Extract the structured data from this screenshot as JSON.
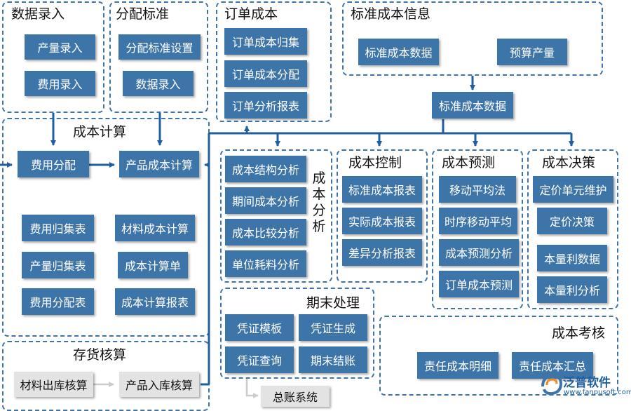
{
  "groups": {
    "data_entry": {
      "title": "数据录入",
      "items": [
        "产量录入",
        "费用录入"
      ]
    },
    "allocation": {
      "title": "分配标准",
      "items": [
        "分配标准设置",
        "数据录入"
      ]
    },
    "order_cost": {
      "title": "订单成本",
      "items": [
        "订单成本归集",
        "订单成本分配",
        "订单分析报表"
      ]
    },
    "standard_cost": {
      "title": "标准成本信息",
      "items": [
        "标准成本数据",
        "预算产量"
      ]
    },
    "standard_cost_node": "标准成本数据",
    "cost_calc": {
      "title": "成本计算",
      "main": [
        "费用分配",
        "产品成本计算"
      ],
      "items": [
        "费用归集表",
        "材料成本计算",
        "产量归集表",
        "成本计算单",
        "费用分配表",
        "成本计算报表"
      ]
    },
    "cost_analysis": {
      "title": "成本分析",
      "items": [
        "成本结构分析",
        "期间成本分析",
        "成本比较分析",
        "单位耗料分析"
      ]
    },
    "cost_control": {
      "title": "成本控制",
      "items": [
        "标准成本报表",
        "实际成本报表",
        "差异分析报表"
      ]
    },
    "cost_forecast": {
      "title": "成本预测",
      "items": [
        "移动平均法",
        "时序移动平均",
        "成本预测分析",
        "订单成本预测"
      ]
    },
    "cost_decision": {
      "title": "成本决策",
      "items": [
        "定价单元维护",
        "定价决策",
        "本量利数据",
        "本量利分析"
      ]
    },
    "period_end": {
      "title": "期末处理",
      "items": [
        "凭证模板",
        "凭证生成",
        "凭证查询",
        "期末结账"
      ]
    },
    "cost_review": {
      "title": "成本考核",
      "items": [
        "责任成本明细",
        "责任成本汇总"
      ]
    },
    "inventory": {
      "title": "存货核算",
      "items": [
        "材料出库核算",
        "产品入库核算"
      ]
    },
    "general_ledger": "总账系统"
  },
  "logo": {
    "name": "泛普软件",
    "url": "www.fanpusoft.com"
  },
  "colors": {
    "box": "#3e75a9",
    "border": "#3f74a8",
    "arrow": "#1f5f9f"
  }
}
